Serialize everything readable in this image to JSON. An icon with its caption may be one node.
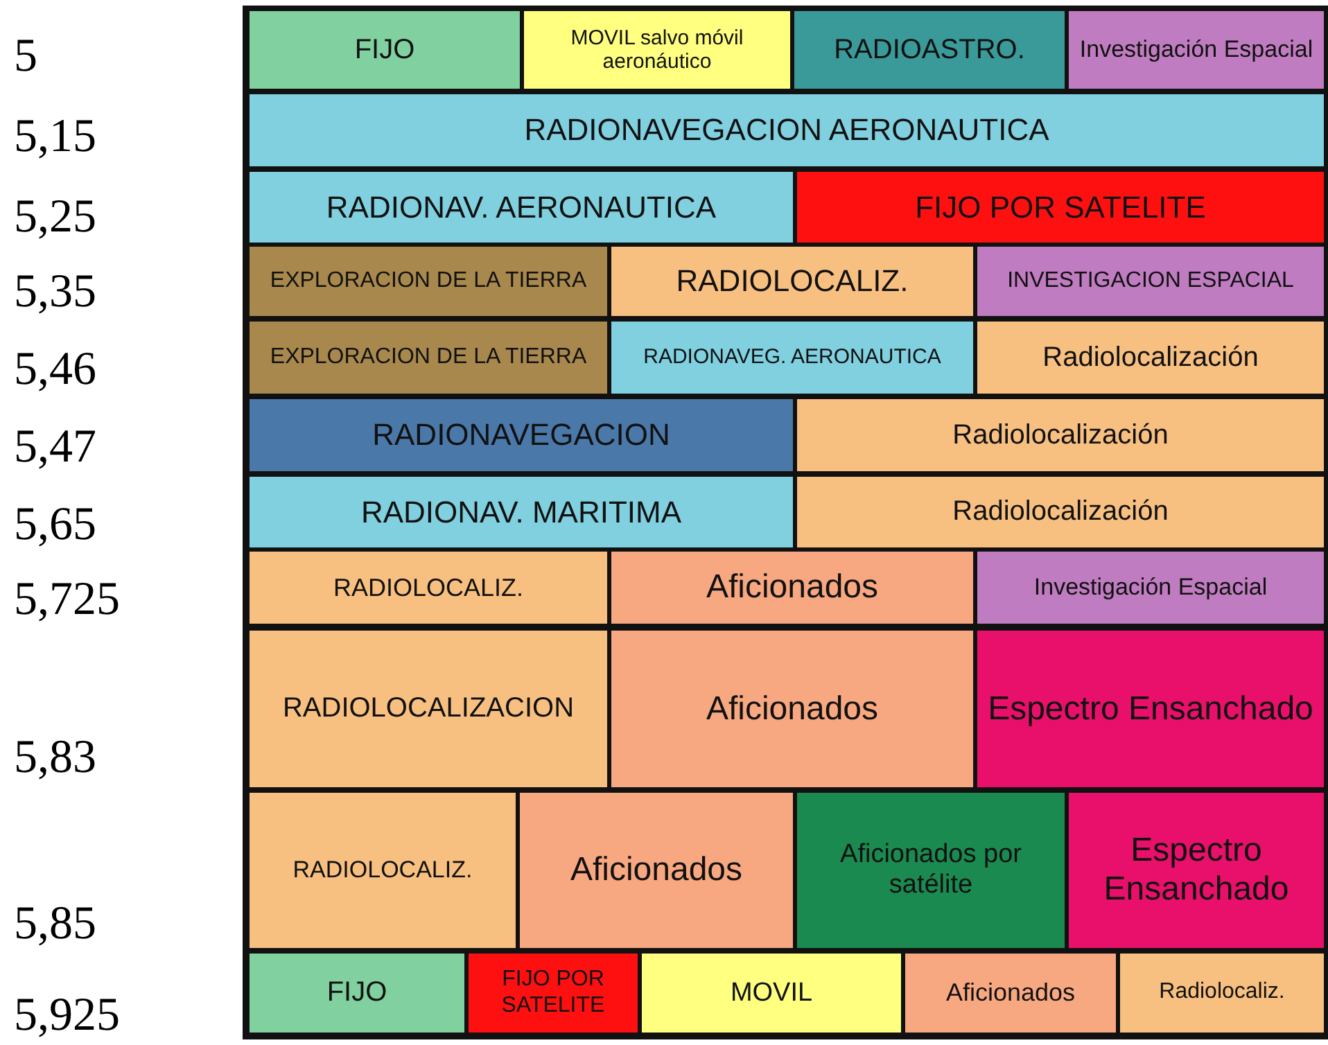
{
  "diagram": {
    "nodes": [
      {
        "text": [
          "FIJO"
        ]
      },
      {
        "text": [
          "MOVIL salvo móvil aeronáutico"
        ]
      },
      {
        "text": [
          "RADIOASTRO."
        ]
      },
      {
        "text": [
          "Investigación Espacial"
        ]
      },
      {
        "text": [
          "RADIONAVEGACION AERONAUTICA"
        ]
      },
      {
        "text": [
          "RADIONAV. AERONAUTICA"
        ]
      },
      {
        "text": [
          "FIJO POR SATELITE"
        ]
      },
      {
        "text": [
          "EXPLORACION DE LA TIERRA"
        ]
      },
      {
        "text": [
          "RADIOLOCALIZ."
        ]
      },
      {
        "text": [
          "INVESTIGACION ESPACIAL"
        ]
      },
      {
        "text": [
          "EXPLORACION DE LA TIERRA"
        ]
      },
      {
        "text": [
          "RADIONAVEG. AERONAUTICA"
        ]
      },
      {
        "text": [
          "Radiolocalización"
        ]
      },
      {
        "text": [
          "RADIONAVEGACION"
        ]
      },
      {
        "text": [
          "Radiolocalización"
        ]
      },
      {
        "text": [
          "RADIONAV. MARITIMA"
        ]
      },
      {
        "text": [
          "Radiolocalización"
        ]
      },
      {
        "text": [
          "RADIOLOCALIZ."
        ]
      },
      {
        "text": [
          "Aficionados"
        ]
      },
      {
        "text": [
          "Investigación Espacial"
        ]
      },
      {
        "text": [
          "RADIOLOCALIZACION"
        ]
      },
      {
        "text": [
          "Aficionados"
        ]
      },
      {
        "text": [
          "Espectro Ensanchado"
        ]
      },
      {
        "text": [
          "RADIOLOCALIZ."
        ]
      },
      {
        "text": [
          "Aficionados"
        ]
      },
      {
        "text": [
          "Aficionados por satélite"
        ]
      },
      {
        "text": [
          "Espectro Ensanchado"
        ]
      },
      {
        "text": [
          "FIJO"
        ]
      },
      {
        "text": [
          "FIJO POR SATELITE"
        ]
      },
      {
        "text": [
          "MOVIL"
        ]
      },
      {
        "text": [
          "Aficionados"
        ]
      },
      {
        "text": [
          "Radiolocaliz."
        ]
      }
    ],
    "labels": [
      "5",
      "5,15",
      "5,25",
      "5,35",
      "5,46",
      "5,47",
      "5,65",
      "5,725",
      "5,83",
      "5,85",
      "5,925"
    ]
  }
}
